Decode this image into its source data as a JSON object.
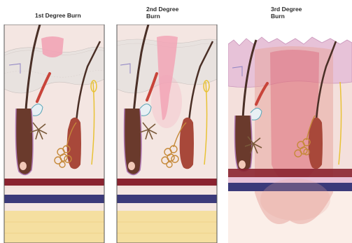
{
  "figure": {
    "panels": [
      {
        "title": "1st Degree Burn"
      },
      {
        "title": "2nd Degree\nBurn"
      },
      {
        "title": "3rd Degree\nBurn"
      }
    ]
  },
  "colors": {
    "epidermis": "#e9e3e1",
    "dermis": "#f3e3df",
    "hypodermis": "#f5dfa0",
    "artery": "#8a2330",
    "vein": "#3b3a7a",
    "hair": "#4a2f26",
    "burn_light": "#f2a4b6",
    "burn_deep": "#d9506a",
    "gland": "#c68a3a",
    "follicle": "#a8483a"
  }
}
